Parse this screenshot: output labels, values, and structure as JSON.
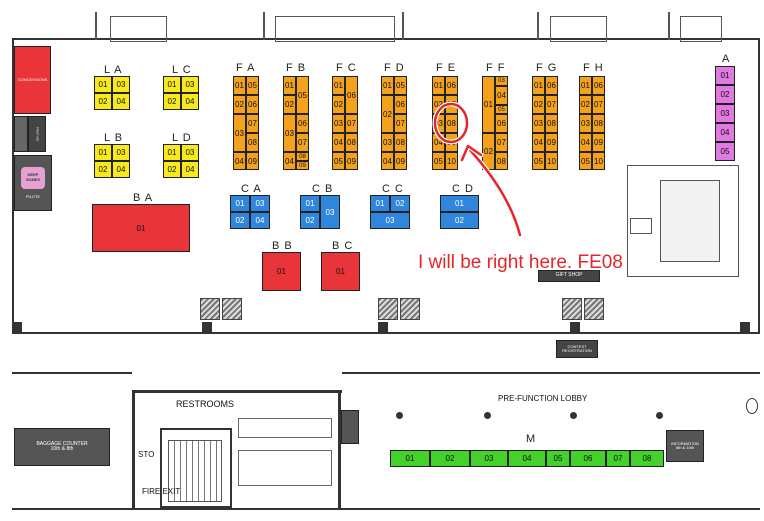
{
  "sections": {
    "LA": {
      "label": "L A",
      "cells": [
        "01",
        "03",
        "02",
        "04"
      ]
    },
    "LC": {
      "label": "L C",
      "cells": [
        "01",
        "03",
        "02",
        "04"
      ]
    },
    "LB": {
      "label": "L B",
      "cells": [
        "01",
        "03",
        "02",
        "04"
      ]
    },
    "LD": {
      "label": "L D",
      "cells": [
        "01",
        "03",
        "02",
        "04"
      ]
    },
    "FA": {
      "label": "F A",
      "left": [
        "01",
        "02",
        "03",
        "04"
      ],
      "right": [
        "05",
        "06",
        "07",
        "08",
        "09"
      ]
    },
    "FB": {
      "label": "F B",
      "left": [
        "01",
        "02",
        "03",
        "04"
      ],
      "right": [
        "05",
        "06",
        "07",
        "08",
        "09"
      ]
    },
    "FC": {
      "label": "F C",
      "left": [
        "01",
        "02",
        "03",
        "04",
        "05"
      ],
      "right": [
        "06",
        "07",
        "08",
        "09"
      ]
    },
    "FD": {
      "label": "F D",
      "left": [
        "01",
        "02",
        "03",
        "04"
      ],
      "right": [
        "05",
        "06",
        "07",
        "08",
        "09"
      ]
    },
    "FE": {
      "label": "F E",
      "left": [
        "01",
        "02",
        "03",
        "04",
        "05"
      ],
      "right": [
        "06",
        "07",
        "08",
        "09",
        "10"
      ]
    },
    "FF": {
      "label": "F F",
      "left": [
        "01",
        "02"
      ],
      "right": [
        "03",
        "04",
        "05",
        "06",
        "07",
        "08"
      ]
    },
    "FG": {
      "label": "F G",
      "left": [
        "01",
        "02",
        "03",
        "04",
        "05"
      ],
      "right": [
        "06",
        "07",
        "08",
        "09",
        "10"
      ]
    },
    "FH": {
      "label": "F H",
      "left": [
        "01",
        "02",
        "03",
        "04",
        "05"
      ],
      "right": [
        "06",
        "07",
        "08",
        "09",
        "10"
      ]
    },
    "A": {
      "label": "A",
      "cells": [
        "01",
        "02",
        "03",
        "04",
        "05"
      ]
    },
    "BA": {
      "label": "B A",
      "cell": "01"
    },
    "BB": {
      "label": "B B",
      "cell": "01"
    },
    "BC": {
      "label": "B C",
      "cell": "01"
    },
    "CA": {
      "label": "C A",
      "cells": [
        "01",
        "03",
        "02",
        "04"
      ]
    },
    "CB": {
      "label": "C B",
      "cells": [
        "01",
        "03",
        "02"
      ]
    },
    "CC": {
      "label": "C C",
      "cells": [
        "01",
        "02",
        "03"
      ]
    },
    "CD": {
      "label": "C D",
      "cells": [
        "01",
        "02"
      ]
    },
    "M": {
      "label": "M",
      "cells": [
        "01",
        "02",
        "03",
        "04",
        "05",
        "06",
        "07",
        "08"
      ]
    }
  },
  "labels": {
    "restrooms": "RESTROOMS",
    "pre_function_lobby": "PRE-FUNCTION LOBBY",
    "fire_exit": "FIRE EXIT",
    "sto": "STO",
    "baggage_counter": "BAGGAGE COUNTER",
    "baggage_sub": "10th & 8th",
    "information": "INFORMATION",
    "information_sub": "8th & 10th",
    "contest_registration": "CONTEST REGISTRATION",
    "concessions": "CONCESSIONS",
    "first_aid": "FIRST AID",
    "deep_ledger": "DEEP SONES",
    "pilote": "PILOTE",
    "hotel_sign": "GIFT SHOP"
  },
  "annotation": {
    "text": "I will be right here. FE08",
    "color": "#e6262a",
    "target": "FE08"
  },
  "colors": {
    "yellow": "#f7e91b",
    "orange": "#f4a21c",
    "blue": "#2f86dc",
    "red": "#e9353a",
    "pink": "#e079e0",
    "green": "#44d12b"
  }
}
